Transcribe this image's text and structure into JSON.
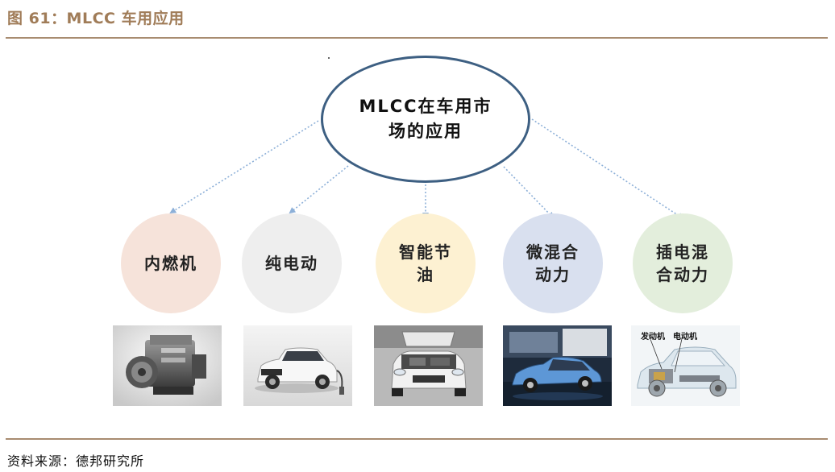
{
  "header": {
    "title": "图 61：MLCC 车用应用"
  },
  "diagram": {
    "center_label": "MLCC在车用市场的应用",
    "nodes": [
      {
        "label": "内燃机",
        "color": "#f6e3da"
      },
      {
        "label": "纯电动",
        "color": "#eeeeee"
      },
      {
        "label": "智能节油",
        "color": "#fdf1d2"
      },
      {
        "label": "微混合动力",
        "color": "#d9e0ef"
      },
      {
        "label": "插电混合动力",
        "color": "#e3eedc"
      }
    ],
    "images": [
      {
        "icon": "engine-photo"
      },
      {
        "icon": "electric-car-charging-photo"
      },
      {
        "icon": "car-open-hood-photo"
      },
      {
        "icon": "blue-car-showroom-photo"
      },
      {
        "icon": "hybrid-car-cutaway-photo",
        "captions": [
          "发动机",
          "电动机"
        ]
      }
    ],
    "colors": {
      "ellipse_border": "#3d5f82",
      "connector": "#8db0d8",
      "rule": "#a88c70",
      "title": "#a07c58"
    }
  },
  "footer": {
    "source": "资料来源：德邦研究所"
  }
}
